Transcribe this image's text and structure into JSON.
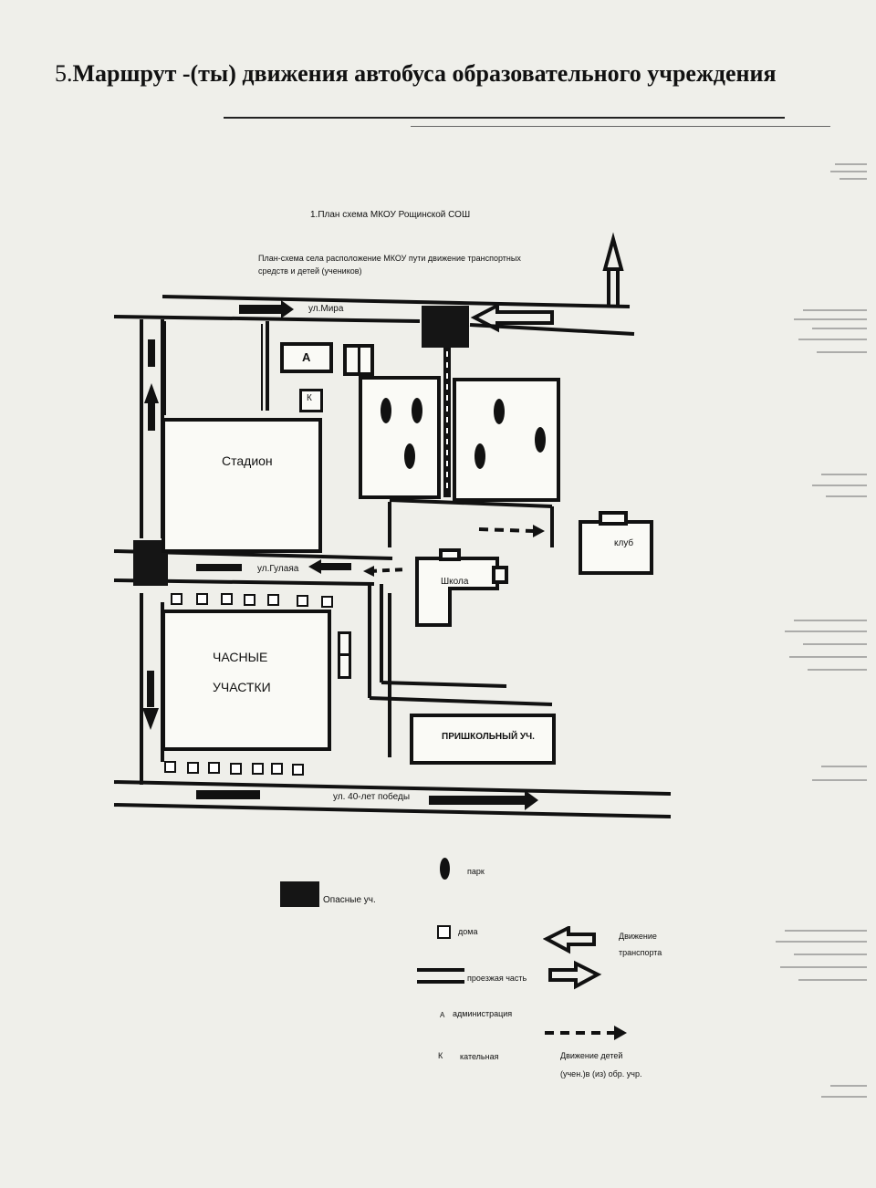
{
  "heading": {
    "number": "5.",
    "text": "Маршрут -(ты) движения автобуса образовательного учреждения"
  },
  "map": {
    "subtitle": "1.План схема МКОУ Рощинской СОШ",
    "description_line1": "План-схема села расположение МКОУ пути движение транспортных",
    "description_line2": "средств и детей (учеников)",
    "streets": {
      "mira": "ул.Мира",
      "gulaya": "ул.Гулаяа",
      "pobedy": "ул. 40-лет победы"
    },
    "labels": {
      "admin_letter": "А",
      "boiler_letter": "К",
      "stadium": "Стадион",
      "private_line1": "ЧАСНЫЕ",
      "private_line2": "УЧАСТКИ",
      "school": "Школа",
      "club": "клуб",
      "school_plot": "ПРИШКОЛЬНЫЙ УЧ."
    }
  },
  "legend": {
    "park": "парк",
    "danger": "Опасные уч.",
    "houses": "дома",
    "traffic_line1": "Движение",
    "traffic_line2": "транспорта",
    "roadway": "проезжая часть",
    "admin_letter": "А",
    "admin": "администрация",
    "boiler_letter": "К",
    "boiler": "кательная",
    "children_line1": "Движение детей",
    "children_line2": "(учен.)в (из) обр. учр."
  }
}
